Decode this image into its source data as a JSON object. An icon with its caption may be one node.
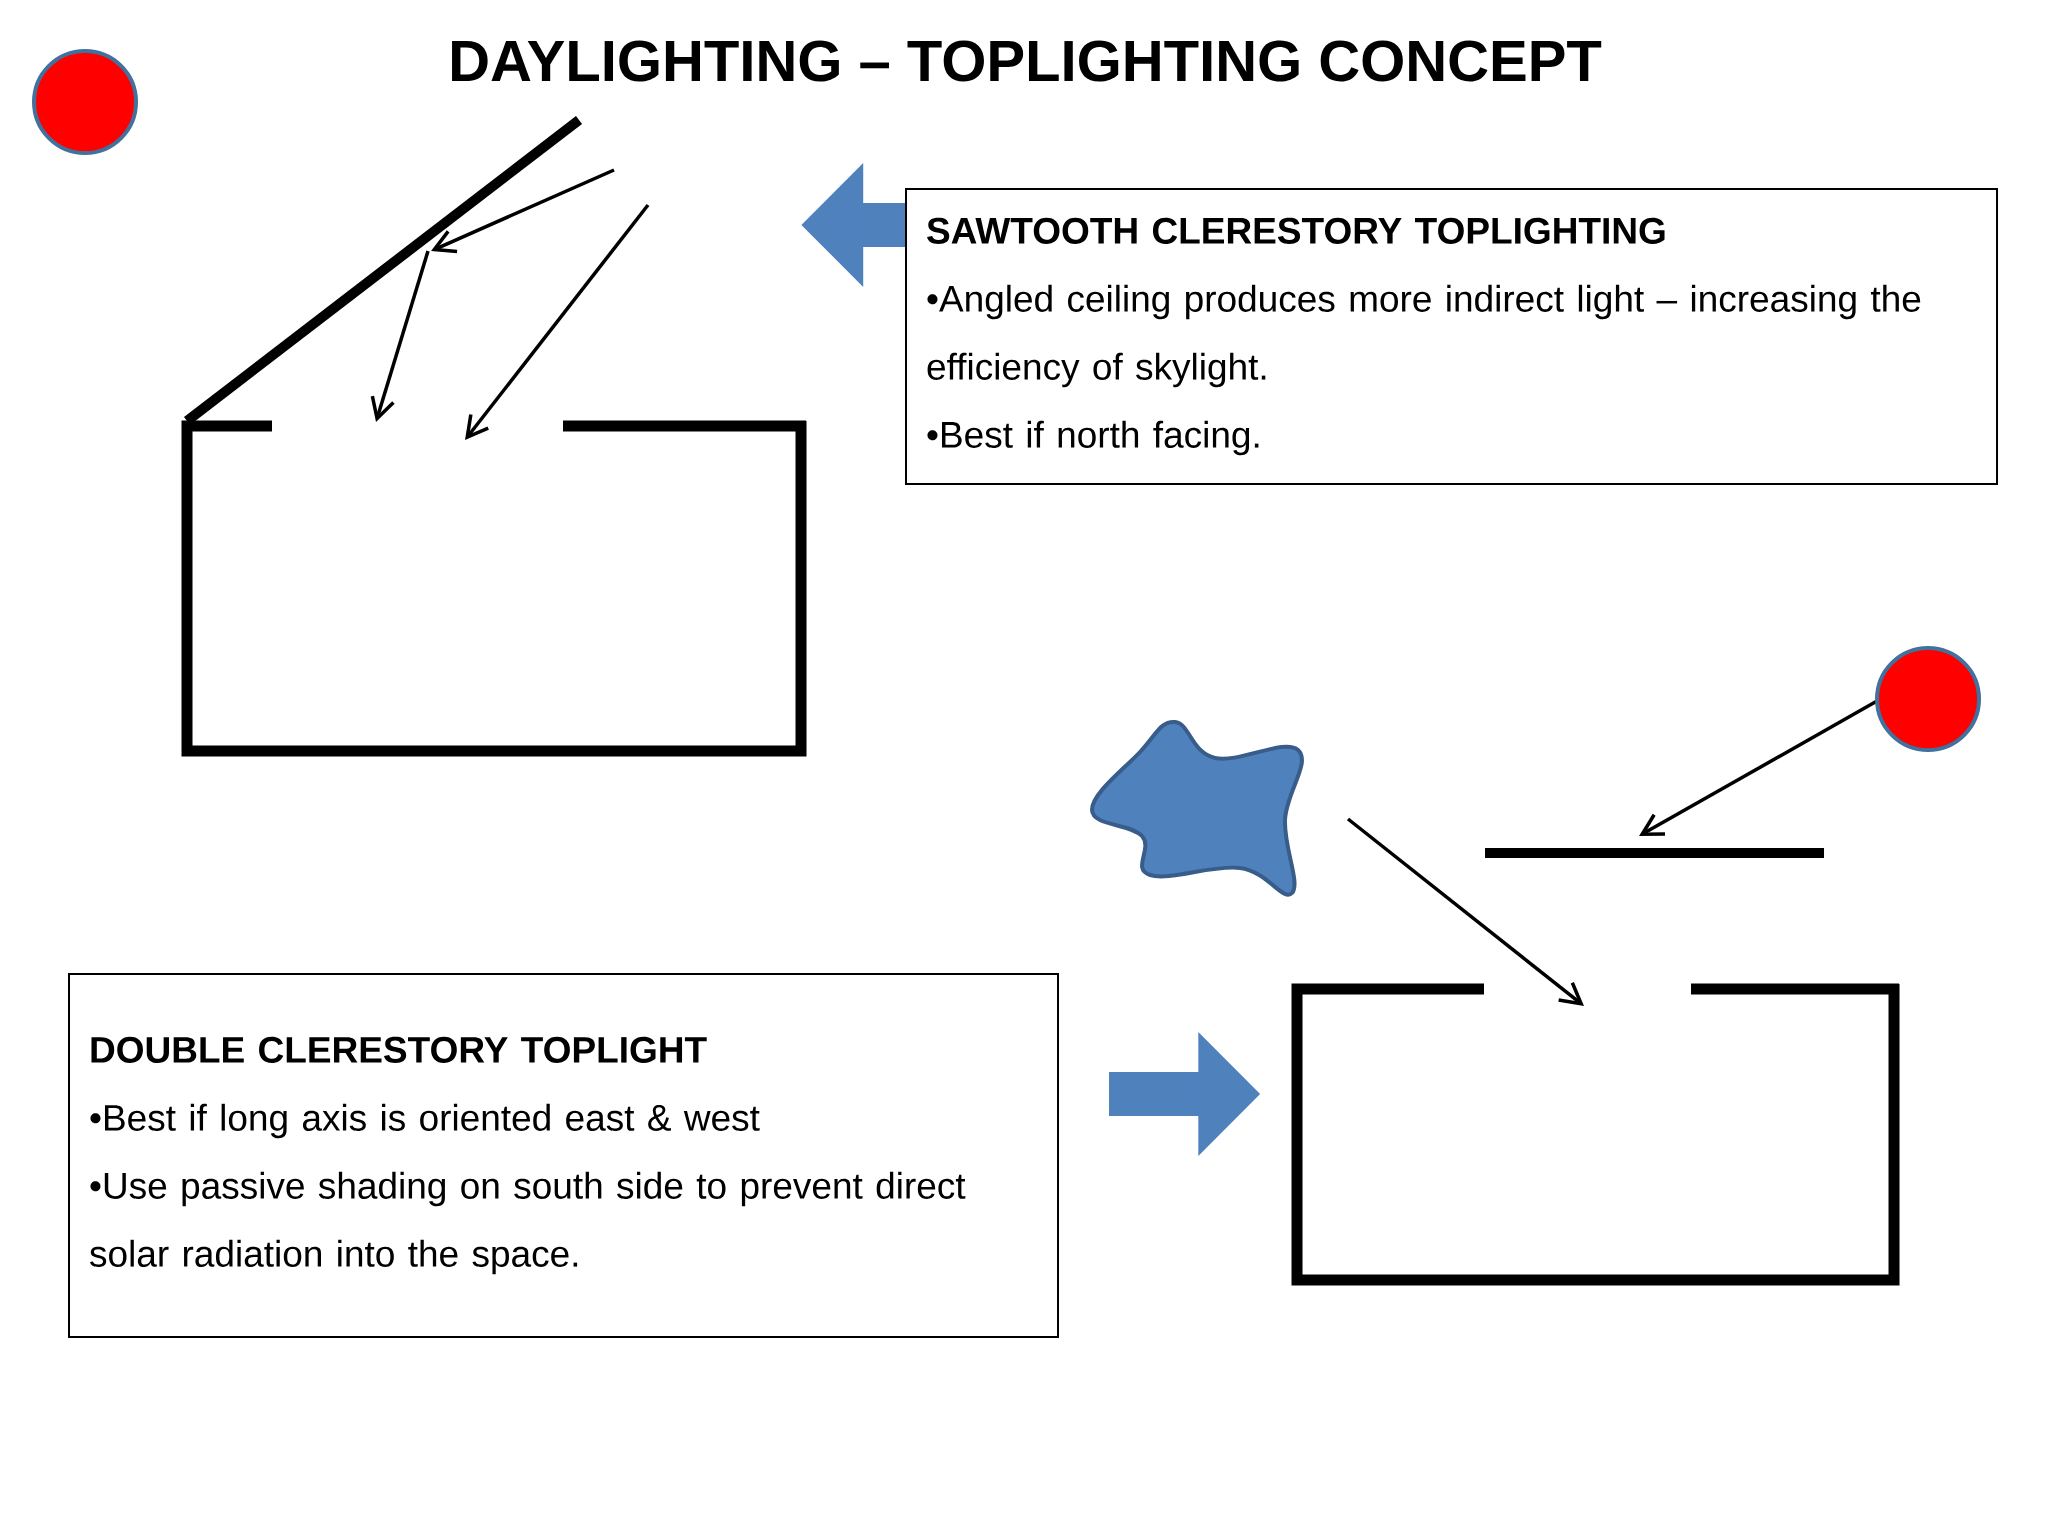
{
  "diagram": {
    "title": "DAYLIGHTING – TOPLIGHTING CONCEPT",
    "nodes": [
      {
        "text": [
          "SAWTOOTH CLERESTORY TOPLIGHTING",
          "•Angled ceiling produces more indirect light – increasing the efficiency of skylight.",
          "•Best if north facing."
        ]
      },
      {
        "text": [],
        "shape": "picture"
      },
      {
        "text": [
          "DOUBLE CLERESTORY TOPLIGHT",
          "•Best if long axis is oriented east & west",
          "•Use passive shading on south side to prevent direct solar radiation into the space."
        ]
      },
      {
        "text": [],
        "shape": "picture"
      }
    ],
    "edges": [
      {
        "from": 0,
        "to": 1,
        "arrow": "to"
      },
      {
        "from": 2,
        "to": 3,
        "arrow": "to"
      }
    ]
  }
}
